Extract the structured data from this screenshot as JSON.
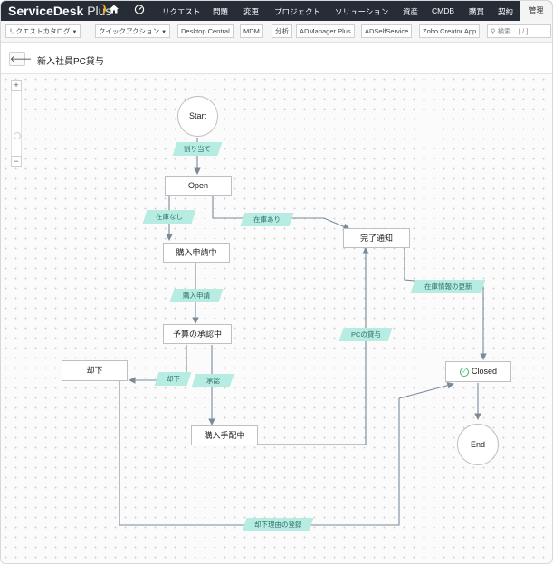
{
  "app": {
    "brand": "ServiceDesk",
    "brand_suffix": "Plus"
  },
  "nav": {
    "home_icon": "home-icon",
    "dashboard_icon": "speedometer-icon",
    "items": [
      "リクエスト",
      "問題",
      "変更",
      "プロジェクト",
      "ソリューション",
      "資産",
      "CMDB",
      "購買",
      "契約"
    ],
    "admin": "管理"
  },
  "toolbar": {
    "items": [
      {
        "label": "リクエストカタログ",
        "dropdown": true
      },
      {
        "label": "クイックアクション",
        "dropdown": true
      },
      {
        "label": "Desktop Central",
        "dropdown": false
      },
      {
        "label": "MDM",
        "dropdown": false
      },
      {
        "label": "分析",
        "dropdown": false
      },
      {
        "label": "ADManager Plus",
        "dropdown": false
      },
      {
        "label": "ADSelfService",
        "dropdown": false
      },
      {
        "label": "Zoho Creator App",
        "dropdown": false
      }
    ],
    "search_placeholder": "検索... [ / ]"
  },
  "page": {
    "back_icon": "arrow-left-icon",
    "title": "新入社員PC貸与"
  },
  "zoom": {
    "in": "+",
    "out": "−"
  },
  "workflow": {
    "start": "Start",
    "end": "End",
    "states": {
      "open": "Open",
      "purchase_request": "購入申請中",
      "budget_approval": "予算の承認中",
      "rejected": "却下",
      "purchase_arranging": "購入手配中",
      "completion_notice": "完了通知",
      "closed": "Closed"
    },
    "transitions": {
      "assign": "割り当て",
      "out_of_stock": "在庫なし",
      "in_stock": "在庫あり",
      "apply_purchase": "購入申請",
      "reject": "却下",
      "approve": "承認",
      "pc_lend": "PCの貸与",
      "update_inventory": "在庫情報の更新",
      "register_reason": "却下理由の登録"
    },
    "colors": {
      "transition_fill": "#b7ece2",
      "closed_check": "#3fb36b"
    }
  }
}
